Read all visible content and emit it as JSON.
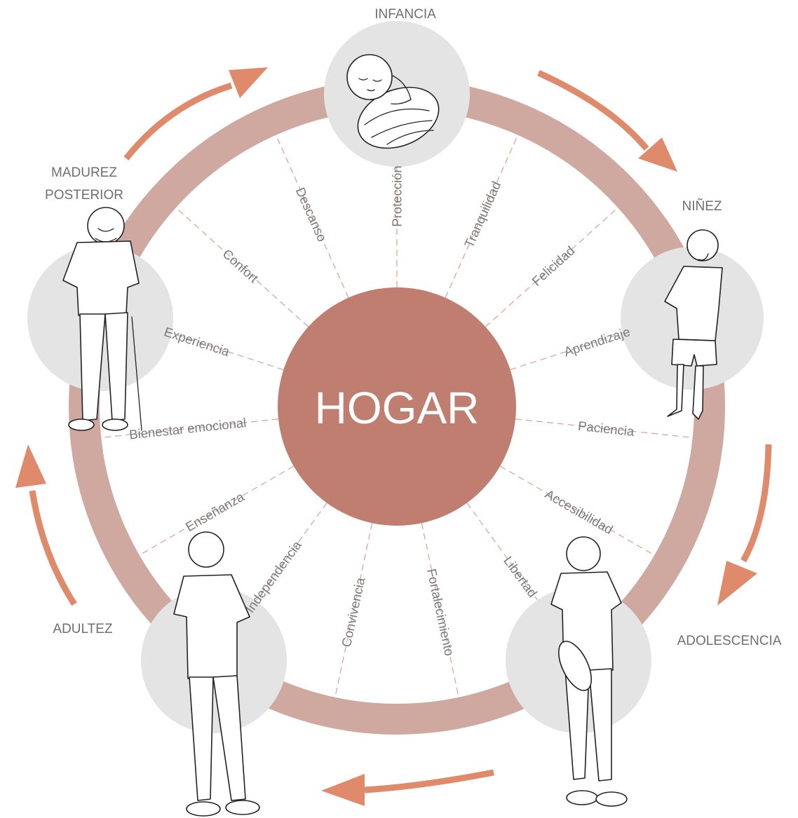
{
  "center": {
    "label": "HOGAR",
    "color": "#bf7e70"
  },
  "colors": {
    "ring": "#cfa89f",
    "arrows": "#e08a6c",
    "spokes": "#d9a092",
    "stage_discs": "#e4e4e4",
    "text": "#6f6f6f"
  },
  "stages": [
    {
      "id": "infancia",
      "lines": [
        "INFANCIA"
      ],
      "icon": "baby-icon"
    },
    {
      "id": "ninez",
      "lines": [
        "NIÑEZ"
      ],
      "icon": "child-icon"
    },
    {
      "id": "adolescencia",
      "lines": [
        "ADOLESCENCIA"
      ],
      "icon": "teen-icon"
    },
    {
      "id": "adultez",
      "lines": [
        "ADULTEZ"
      ],
      "icon": "adult-icon"
    },
    {
      "id": "madurez",
      "lines": [
        "MADUREZ",
        "POSTERIOR"
      ],
      "icon": "elder-icon"
    }
  ],
  "values": [
    "Protección",
    "Tranquilidad",
    "Felicidad",
    "Aprendizaje",
    "Paciencia",
    "Accesibilidad",
    "Libertad",
    "Fortalecimiento",
    "Convivencia",
    "Independencia",
    "Enseñanza",
    "Bienestar emocional",
    "Experiencia",
    "Confort",
    "Descanso"
  ],
  "cycle_direction": "clockwise"
}
